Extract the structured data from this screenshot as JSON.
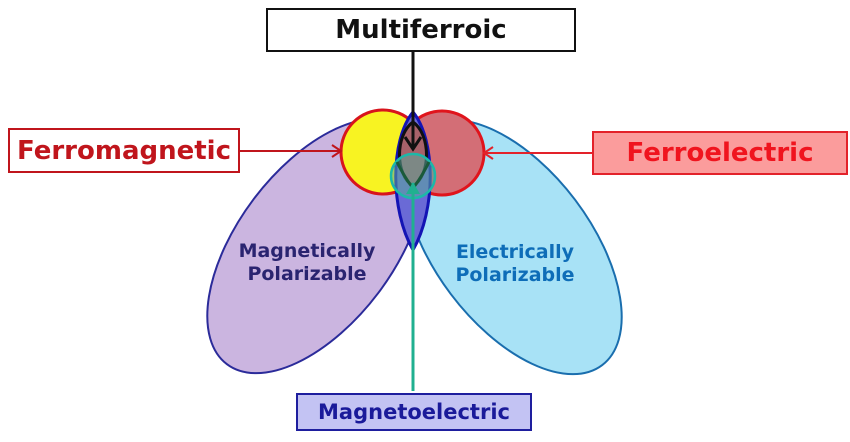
{
  "diagram": {
    "title_label": "Multiferroic",
    "labels": {
      "ferromagnetic": "Ferromagnetic",
      "ferroelectric": "Ferroelectric",
      "magnetoelectric": "Magnetoelectric"
    },
    "regions": {
      "magnetically_polarizable": [
        "Magnetically",
        "Polarizable"
      ],
      "electrically_polarizable": [
        "Electrically",
        "Polarizable"
      ]
    },
    "colors": {
      "magnetically_polarizable_fill": "#cbb5e0",
      "magnetically_polarizable_stroke": "#2b2b9a",
      "electrically_polarizable_fill": "#a8e2f6",
      "electrically_polarizable_stroke": "#1a6eae",
      "ferromagnetic_fill": "#f8f322",
      "ferroelectric_fill": "#d36e76",
      "circle_stroke": "#e0141c",
      "overlap_lens_fill": "#6a6ad6",
      "overlap_lens_stroke": "#1414b4",
      "magnetoelectric_circle_stroke": "#1cb8a8",
      "multiferroic_arrow": "#111111",
      "magnetoelectric_arrow": "#20b090",
      "ferro_arrows": "#d8141c"
    }
  }
}
